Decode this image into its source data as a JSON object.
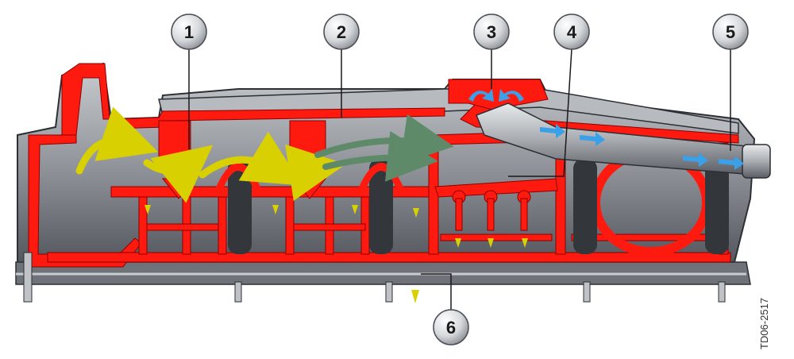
{
  "callouts": [
    {
      "label": "1"
    },
    {
      "label": "2"
    },
    {
      "label": "3"
    },
    {
      "label": "4"
    },
    {
      "label": "5"
    },
    {
      "label": "6"
    }
  ],
  "reference_code": "TD06-2517",
  "colors": {
    "section_red": "#ff1a10",
    "housing_gray": "#8c9096",
    "dark_gray": "#3c4046",
    "oil_yellow": "#d8d000",
    "gas_green": "#5f8a6a",
    "air_blue": "#3aa0e8",
    "callout_fill": "#d6d9dc"
  }
}
